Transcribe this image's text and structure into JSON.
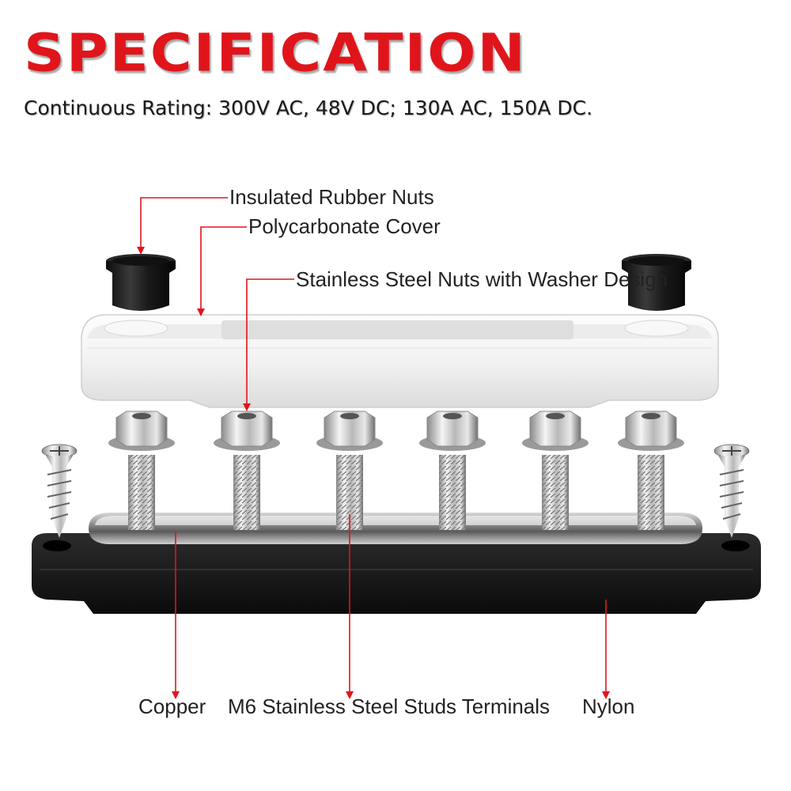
{
  "header": {
    "title": "SPECIFICATION",
    "rating": "Continuous Rating: 300V AC, 48V DC; 130A AC, 150A DC."
  },
  "labels": {
    "rubber_nuts": "Insulated Rubber Nuts",
    "cover": "Polycarbonate Cover",
    "steel_nuts": "Stainless Steel Nuts with Washer Design",
    "copper": "Copper",
    "studs": "M6 Stainless Steel Studs Terminals",
    "nylon": "Nylon"
  },
  "colors": {
    "accent": "#e0151b",
    "text": "#222222",
    "base": "#1b1b1b"
  }
}
